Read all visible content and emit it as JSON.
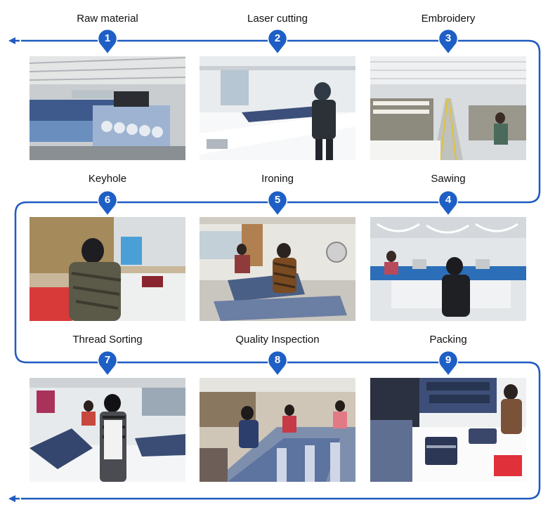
{
  "colors": {
    "flow_line": "#1f5bbf",
    "pin_fill": "#1e5fc6",
    "pin_number": "#ffffff"
  },
  "steps": [
    {
      "number": "1",
      "label": "Raw material",
      "photo": "warehouse fabric rolls"
    },
    {
      "number": "2",
      "label": "Laser cutting",
      "photo": "worker at cutting table"
    },
    {
      "number": "3",
      "label": "Embroidery",
      "photo": "embroidery machine hall"
    },
    {
      "number": "4",
      "label": "Sawing",
      "photo": "sewing workshop"
    },
    {
      "number": "5",
      "label": "Ironing",
      "photo": "workers ironing jeans"
    },
    {
      "number": "6",
      "label": "Keyhole",
      "photo": "keyhole machine operator"
    },
    {
      "number": "7",
      "label": "Thread Sorting",
      "photo": "workers trimming threads"
    },
    {
      "number": "8",
      "label": "Quality Inspection",
      "photo": "inspection line"
    },
    {
      "number": "9",
      "label": "Packing",
      "photo": "packing jeans in bags"
    }
  ]
}
